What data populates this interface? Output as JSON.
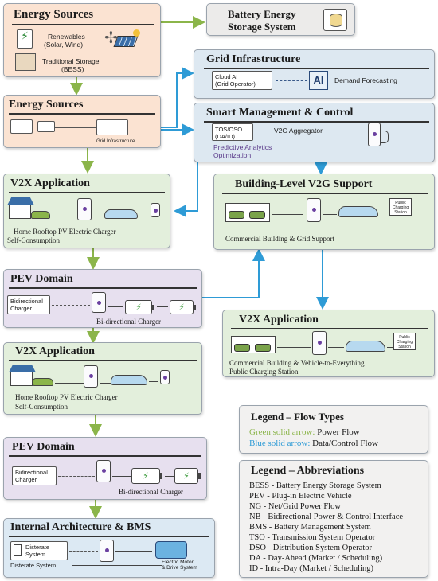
{
  "energy_sources_1": {
    "title": "Energy Sources",
    "renewables": "Renewables\n(Solar, Wind)",
    "renewables_l1": "Renewables",
    "renewables_l2": "(Solar, Wind)",
    "traditional_l1": "Traditional Storage",
    "traditional_l2": "(BESS)"
  },
  "bess": {
    "title_l1": "Battery Energy",
    "title_l2": "Storage System"
  },
  "grid": {
    "title": "Grid Infrastructure",
    "cloud_ai_l1": "Cloud AI",
    "cloud_ai_l2": "(Grid Operator)",
    "ai_badge": "AI",
    "demand": "Demand Forecasting"
  },
  "energy_sources_2": {
    "title": "Energy Sources",
    "grid_label": "Grid Infrastructure"
  },
  "smart": {
    "title": "Smart Management & Control",
    "tso_l1": "TOS/OSO",
    "tso_l2": "(DA/ID)",
    "v2g": "V2G Aggregator",
    "pred_l1": "Predictive Analytics",
    "pred_l2": "Optimization"
  },
  "v2x_1": {
    "title": "V2X Application",
    "caption_l1": "Home  Rooftop PV Electric Charger",
    "caption_l2": "Self-Consumption"
  },
  "building": {
    "title": "Building-Level V2G Support",
    "caption": "Commercial Building & Grid Support",
    "station": "Public Charging Station"
  },
  "pev_1": {
    "title": "PEV Domain",
    "bidir_l1": "Bidirectional",
    "bidir_l2": "Charger",
    "caption": "Bi-directional Charger"
  },
  "v2x_right": {
    "title": "V2X Application",
    "caption_l1": "Commercial Building & Vehicle-to-Everything",
    "caption_l2": "Public Charging Station",
    "station": "Public Charging Station"
  },
  "v2x_2": {
    "title": "V2X Application",
    "caption_l1": "Home Rooftop PV Electric Charger",
    "caption_l2": "Self-Consumption"
  },
  "pev_2": {
    "title": "PEV Domain",
    "bidir_l1": "Bidirectional",
    "bidir_l2": "Charger",
    "caption": "Bi-directional Charger"
  },
  "internal": {
    "title": "Internal Architecture & BMS",
    "sys_l1": "Disterate",
    "sys_l2": "System",
    "sys_caption": "Disterate System",
    "motor_l1": "Electric Motor",
    "motor_l2": "& Drive System"
  },
  "legend_flow": {
    "title": "Legend – Flow Types",
    "green_key": "Green solid arrow:",
    "green_val": " Power Flow",
    "blue_key": "Blue solid arrow:",
    "blue_val": " Data/Control Flow"
  },
  "legend_abbr": {
    "title": "Legend – Abbreviations",
    "items": [
      "BESS - Battery Energy Storage System",
      "PEV - Plug-in Electric Vehicle",
      "NG - Net/Grid Power Flow",
      "NB - Bidirectional Power & Control Interface",
      "BMS - Battery Management System",
      "TSO - Transmission System Operator",
      "DSO - Distribution System Operator",
      "DA - Day-Ahead (Market / Scheduling)",
      "ID - Intra-Day (Market / Scheduling)"
    ]
  },
  "colors": {
    "power_flow": "#8bb54a",
    "data_flow": "#2e9bd6",
    "orange_box": "#fbe3d2",
    "gray_box": "#ecebea",
    "blue_box": "#dde8f1",
    "green_box": "#e3efdc",
    "purple_box": "#e7e0ef",
    "internal_box": "#dce9f3"
  }
}
